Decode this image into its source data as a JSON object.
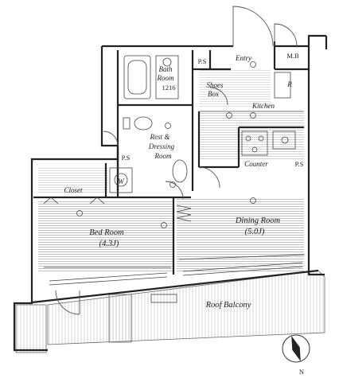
{
  "rooms": {
    "entry": "Entry",
    "mb": "M.B",
    "ps_top": "P.S",
    "bath_line1": "Bath",
    "bath_line2": "Room",
    "bath_size": "1216",
    "shoes_line1": "Shoes",
    "shoes_line2": "Box",
    "r": "R",
    "kitchen": "Kitchen",
    "rest_line1": "Rest &",
    "rest_line2": "Dressing",
    "rest_line3": "Room",
    "ps_left": "P.S",
    "w": "W",
    "counter": "Counter",
    "ps_right": "P.S",
    "closet": "Closet",
    "bedroom": "Bed Room",
    "bedroom_size": "(4.3J)",
    "dining": "Dining Room",
    "dining_size": "(5.0J)",
    "balcony": "Roof Balcony",
    "north": "N"
  },
  "colors": {
    "wall": "#222222",
    "floor_hatch": "#9a9a9a",
    "balcony_hatch": "#c4c4c4"
  }
}
